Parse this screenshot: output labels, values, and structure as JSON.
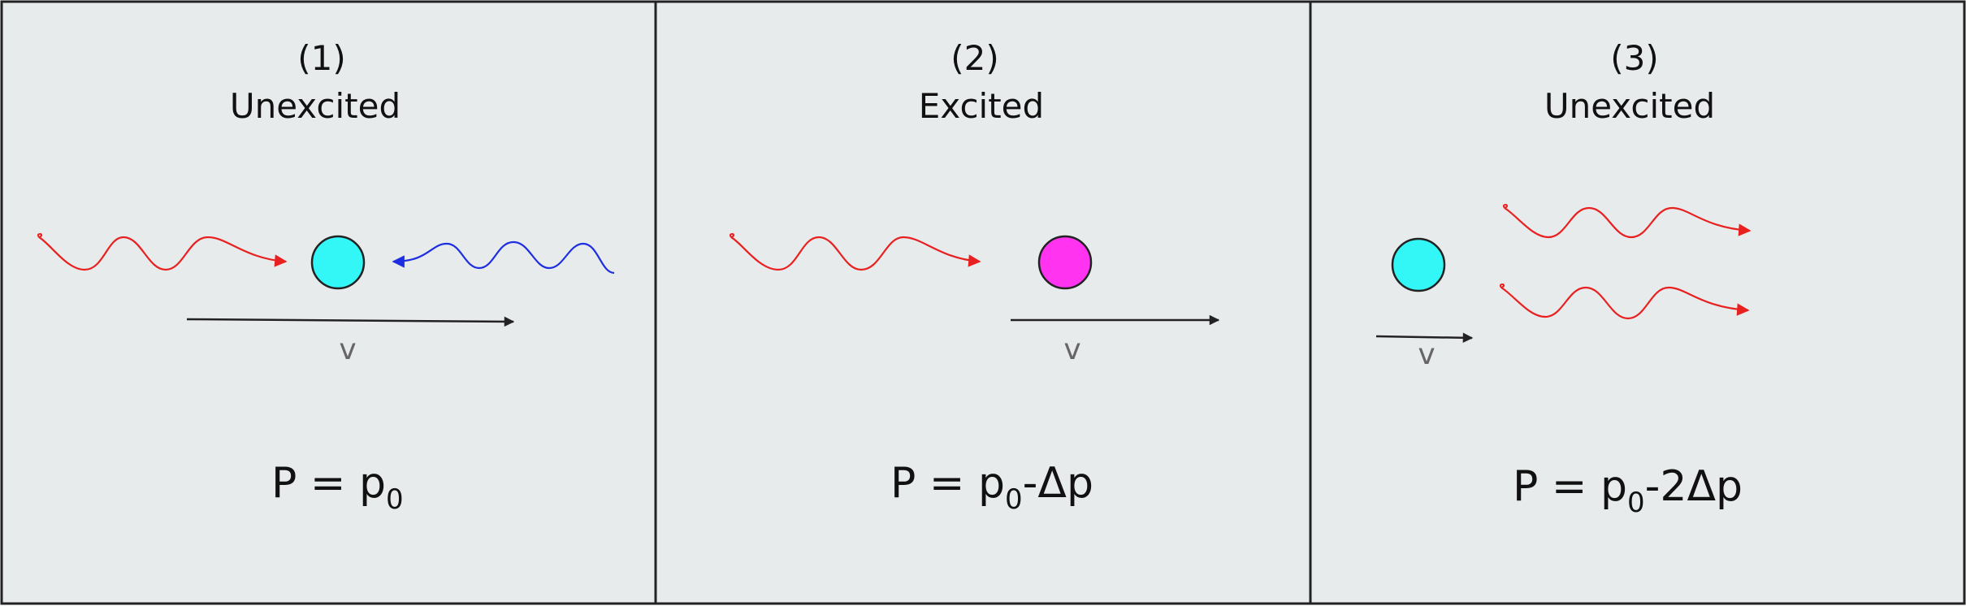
{
  "panels": [
    {
      "number": "(1)",
      "state": "Unexcited",
      "atom_color": "#33f6f6",
      "velocity_label": "v",
      "equation": {
        "lhs": "P = p",
        "subscript": "0",
        "rest": ""
      }
    },
    {
      "number": "(2)",
      "state": "Excited",
      "atom_color": "#ff33f0",
      "velocity_label": "v",
      "equation": {
        "lhs": "P = p",
        "subscript": "0",
        "rest": "-Δp"
      }
    },
    {
      "number": "(3)",
      "state": "Unexcited",
      "atom_color": "#33f6f6",
      "velocity_label": "v",
      "equation": {
        "lhs": "P = p",
        "subscript": "0",
        "rest": "-2Δp"
      }
    }
  ],
  "colors": {
    "photon_red": "#e82020",
    "photon_blue": "#1c2ee0",
    "arrow": "#222222",
    "panel_fill": "#e8ebec"
  }
}
